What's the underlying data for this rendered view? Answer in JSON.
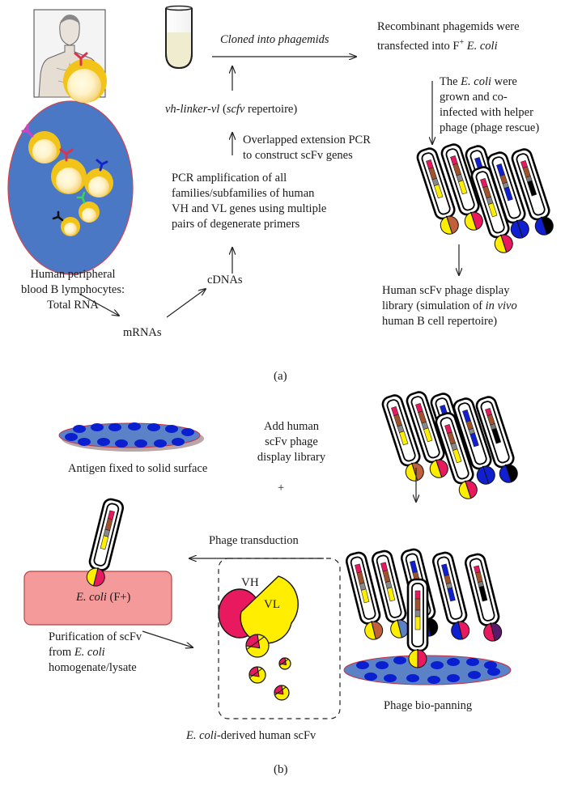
{
  "panel_a": {
    "label": "(a)",
    "human_body_icon": "human-figure",
    "lymphocytes": [
      "Human peripheral",
      "blood B lymphocytes:",
      "Total RNA"
    ],
    "mrnas": "mRNAs",
    "cdnas": "cDNAs",
    "pcr_amp": [
      "PCR amplification of all",
      "families/subfamilies of human",
      "VH and VL genes using multiple",
      "pairs of degenerate primers"
    ],
    "overlap_pcr": [
      "Overlapped extension PCR",
      "to construct scFv genes"
    ],
    "repertoire": {
      "gene": "vh-linker-vl",
      "open": " (",
      "scfv": "scfv",
      "close": " repertoire)"
    },
    "cloned": "Cloned into phagemids",
    "transfected": {
      "line1": "Recombinant phagemids were",
      "line2_prefix": "transfected into F",
      "sup": "+",
      "line2_suffix_italic": " E. coli"
    },
    "grown": {
      "line1_prefix": "The ",
      "line1_italic": "E. coli",
      "line1_suffix": " were",
      "line2": "grown and co-",
      "line3": "infected with helper",
      "line4": "phage (phage rescue)"
    },
    "library": {
      "line1": "Human scFv phage display",
      "line2_prefix": "library (simulation of ",
      "line2_italic": "in vivo",
      "line3": "human B cell repertoire)"
    }
  },
  "panel_b": {
    "label": "(b)",
    "antigen": "Antigen fixed to solid surface",
    "add_library": [
      "Add human",
      "scFv phage",
      "display library"
    ],
    "plus": "+",
    "transduction": "Phage transduction",
    "ecoli": {
      "italic": "E. coli",
      "suffix": " (F+)"
    },
    "purification": {
      "line1": "Purification of scFv",
      "line2": "from ",
      "line2_italic": "E. coli",
      "line3": "homogenate/lysate"
    },
    "biopanning": "Phage bio-panning",
    "vh": "VH",
    "vl": "VL",
    "derived": {
      "italic": "E. coli",
      "suffix": "-derived human scFv"
    }
  },
  "colors": {
    "background_oval": "#4a78c4",
    "cell_yellow": "#f2c318",
    "plate_blue": "#5b82c7",
    "dot_blue": "#0a1fd0",
    "ecoli_pink": "#f59a9a",
    "vh_magenta": "#e8195e",
    "vl_yellow": "#ffee00"
  }
}
